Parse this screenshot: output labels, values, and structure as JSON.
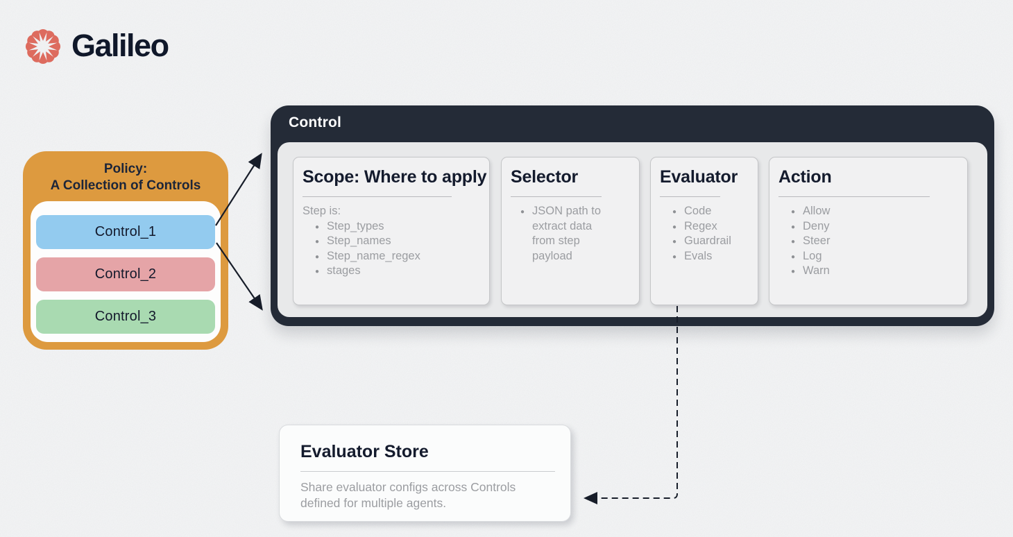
{
  "logo": {
    "brand": "Galileo",
    "icon_color": "#dd6b5e",
    "text_color": "#10182a"
  },
  "policy": {
    "title_line1": "Policy:",
    "title_line2": "A Collection of Controls",
    "bg_color": "#dd9a3f",
    "controls": [
      {
        "label": "Control_1",
        "color": "#93cbef"
      },
      {
        "label": "Control_2",
        "color": "#e5a4a7"
      },
      {
        "label": "Control_3",
        "color": "#a9dab1"
      }
    ]
  },
  "control_panel": {
    "title": "Control",
    "header_bg": "#242b37",
    "body_bg": "#e8e9ea",
    "cards": [
      {
        "title": "Scope: Where to apply",
        "intro": "Step is:",
        "bullets": [
          "Step_types",
          "Step_names",
          "Step_name_regex",
          "stages"
        ]
      },
      {
        "title": "Selector",
        "bullets": [
          "JSON path to extract data from step payload"
        ]
      },
      {
        "title": "Evaluator",
        "bullets": [
          "Code",
          "Regex",
          "Guardrail",
          "Evals"
        ]
      },
      {
        "title": "Action",
        "bullets": [
          "Allow",
          "Deny",
          "Steer",
          "Log",
          "Warn"
        ]
      }
    ]
  },
  "evaluator_store": {
    "title": "Evaluator Store",
    "description": "Share evaluator configs across Controls defined for multiple agents."
  }
}
